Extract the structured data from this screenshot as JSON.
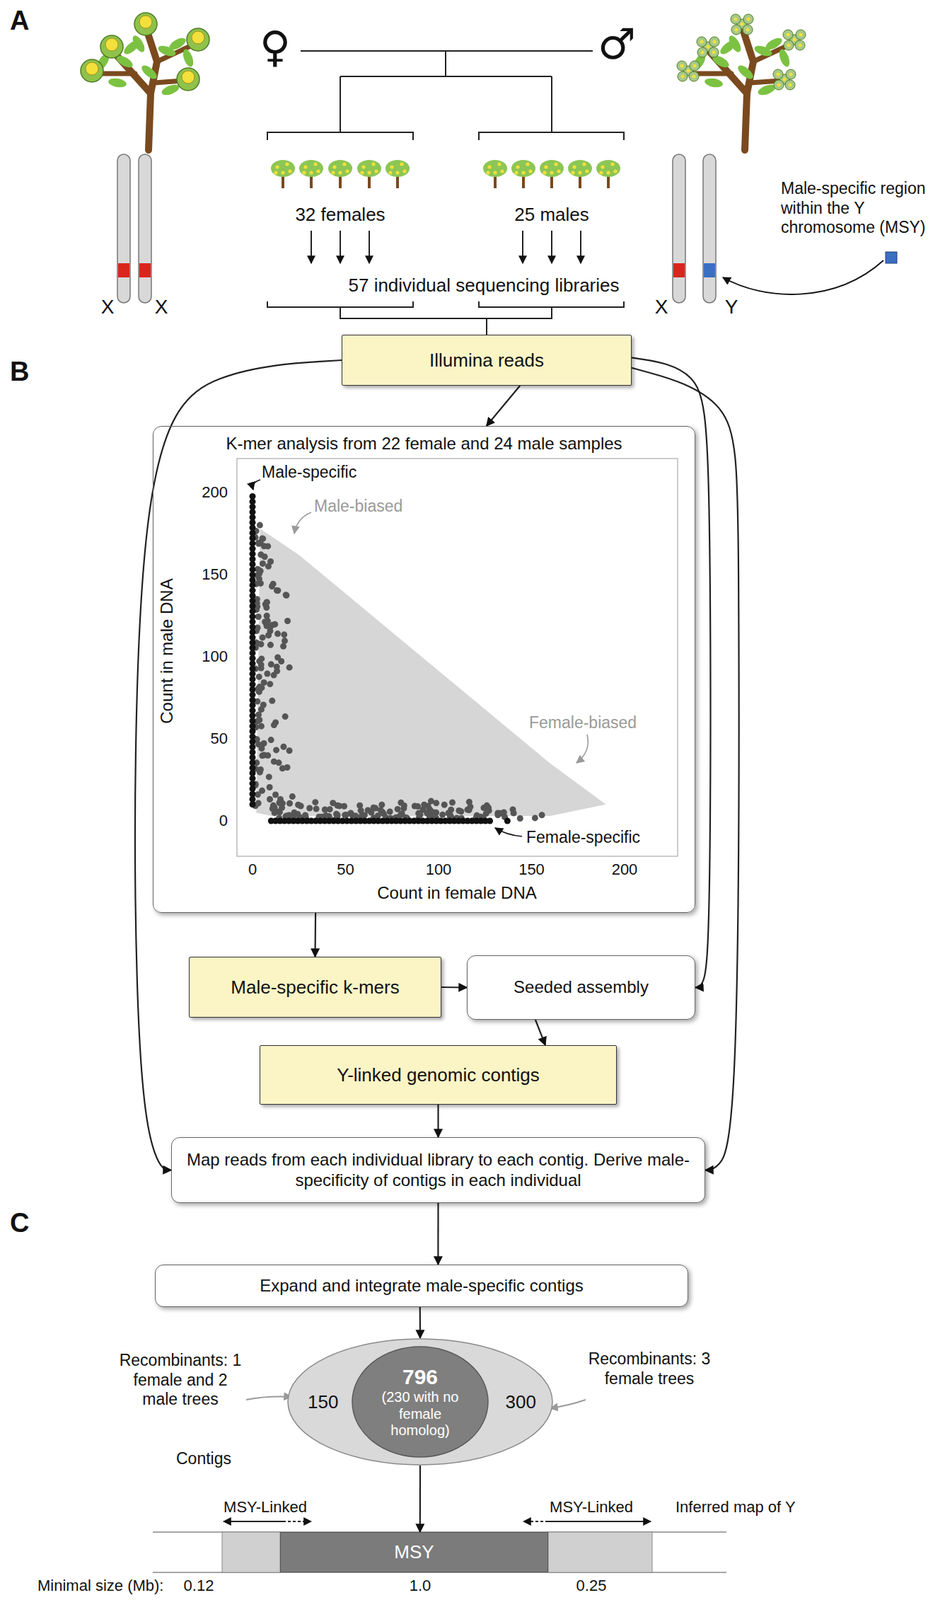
{
  "diagram": {
    "nodes": [
      {
        "text": [
          "Illumina reads"
        ]
      },
      {
        "text": [
          "K-mer analysis from 22 female and 24 male samples"
        ]
      },
      {
        "text": [
          "Male-specific k-mers"
        ]
      },
      {
        "text": [
          "Seeded assembly"
        ]
      },
      {
        "text": [
          "Y-linked genomic contigs"
        ]
      },
      {
        "text": [
          "Map reads from each individual library to each contig. Derive male-specificity of contigs in each individual"
        ]
      },
      {
        "text": [
          "Expand and integrate male-specific contigs"
        ]
      },
      {
        "text": [
          "150",
          "300"
        ]
      },
      {
        "text": [
          "796",
          "(230 with no female homolog)"
        ],
        "in": 7
      },
      {
        "text": [
          "MSY"
        ]
      }
    ],
    "edges": [
      {
        "from": 0,
        "to": 1,
        "arrow": "to"
      },
      {
        "from": 1,
        "to": 2,
        "arrow": "to"
      },
      {
        "from": 2,
        "to": 3,
        "arrow": "to"
      },
      {
        "from": 0,
        "to": 3,
        "arrow": "to"
      },
      {
        "from": 3,
        "to": 4,
        "arrow": "to"
      },
      {
        "from": 4,
        "to": 5,
        "arrow": "to"
      },
      {
        "from": 0,
        "to": 5,
        "arrow": "to"
      },
      {
        "from": 0,
        "to": 5,
        "arrow": "to"
      },
      {
        "from": 5,
        "to": 6,
        "arrow": "to"
      },
      {
        "from": 6,
        "to": 7,
        "arrow": "to"
      },
      {
        "from": 7,
        "to": 9,
        "arrow": "to"
      }
    ],
    "labels": [
      "A",
      "♀",
      "♂",
      "32 females",
      "25 males",
      "57 individual sequencing libraries",
      "X",
      "X",
      "X",
      "Y",
      "Male-specific region within the Y chromosome (MSY)",
      "B",
      "Count in male DNA",
      "Count in female DNA",
      "200",
      "150",
      "100",
      "50",
      "0",
      "0",
      "50",
      "100",
      "150",
      "200",
      "Male-specific",
      "Male-biased",
      "Female-biased",
      "Female-specific",
      "C",
      "Recombinants: 1 female and 2 male trees",
      "Contigs",
      "Recombinants: 3 female trees",
      "MSY-Linked",
      "MSY-Linked",
      "Inferred map of Y",
      "Minimal size (Mb):",
      "0.12",
      "1.0",
      "0.25"
    ]
  }
}
